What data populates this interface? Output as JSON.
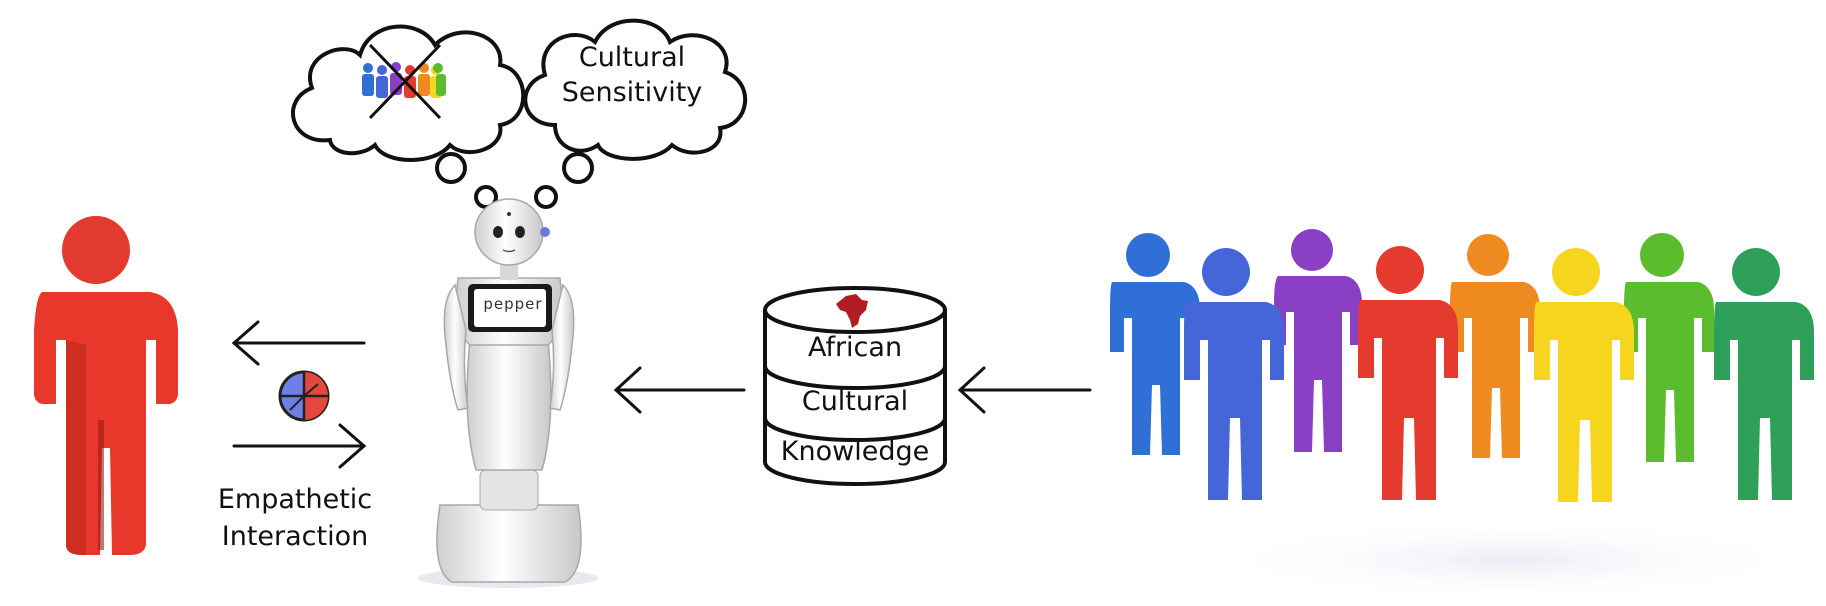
{
  "labels": {
    "cloud_right": "Cultural\nSensitivity",
    "database_lines": [
      "African",
      "Cultural",
      "Knowledge"
    ],
    "interaction": "Empathetic\nInteraction",
    "robot_screen": "pepper"
  },
  "colors": {
    "single_person": "#e8382c",
    "group": [
      "#2f6fd6",
      "#4466d8",
      "#8b3fc4",
      "#e53a2e",
      "#ee8a1f",
      "#f5d51e",
      "#5bbd2e",
      "#2fa05a"
    ],
    "africa_map": "#b01e23",
    "outline": "#111111"
  },
  "icons": [
    "person-icon",
    "robot-icon",
    "database-icon",
    "africa-map-icon",
    "crossed-people-icon",
    "emotion-wheel-icon",
    "arrow-icon"
  ]
}
